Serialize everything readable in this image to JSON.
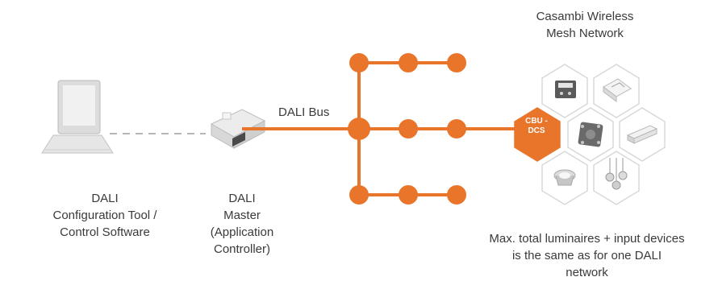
{
  "pc_label": [
    "DALI",
    "Configuration Tool /",
    "Control Software"
  ],
  "master_label": [
    "DALI",
    "Master",
    "(Application",
    "Controller)"
  ],
  "bus_label": "DALI Bus",
  "mesh_title": [
    "Casambi Wireless",
    "Mesh Network"
  ],
  "cbu_label": [
    "CBU -",
    "DCS"
  ],
  "note": [
    "Max. total luminaires + input devices",
    "is the same as for one DALI",
    "network"
  ],
  "colors": {
    "accent": "#e8752a",
    "dash": "#b5b5b5",
    "hex_stroke": "#d8d8d8",
    "text": "#3a3a3a"
  },
  "icons": [
    "computer-icon",
    "dali-master-device-icon",
    "dali-driver-module-icon",
    "casambi-switch-icon",
    "casambi-node-icon",
    "led-driver-icon",
    "downlight-icon",
    "pendant-lights-icon"
  ]
}
